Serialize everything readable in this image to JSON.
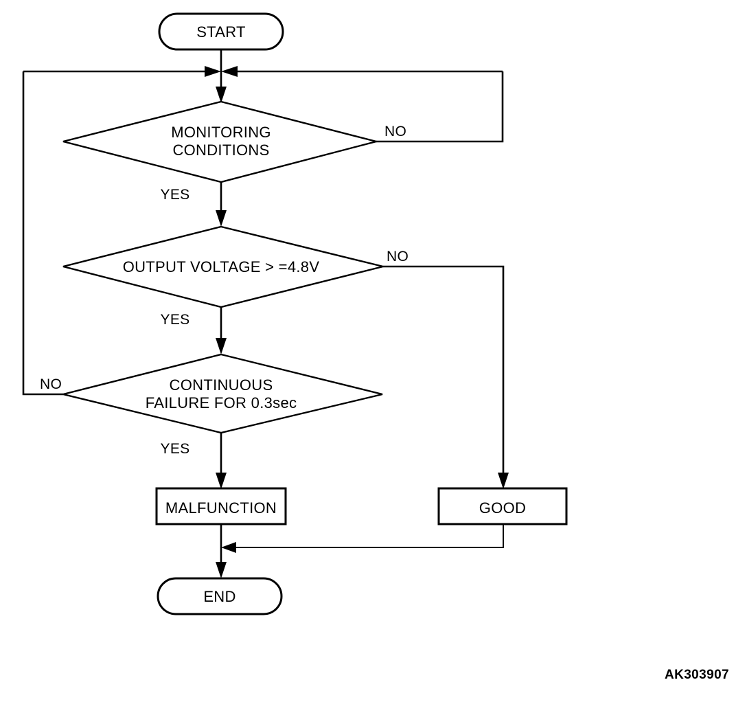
{
  "diagram": {
    "type": "flowchart",
    "title": "",
    "reference_code": "AK303907",
    "nodes": {
      "start": {
        "id": "start",
        "shape": "terminator",
        "label": "START"
      },
      "monitoring": {
        "id": "monitoring",
        "shape": "decision",
        "label_line1": "MONITORING",
        "label_line2": "CONDITIONS"
      },
      "voltage": {
        "id": "voltage",
        "shape": "decision",
        "label_line1": "OUTPUT VOLTAGE > =4.8V",
        "label_line2": ""
      },
      "continuous": {
        "id": "continuous",
        "shape": "decision",
        "label_line1": "CONTINUOUS",
        "label_line2": "FAILURE FOR 0.3sec"
      },
      "malfunction": {
        "id": "malfunction",
        "shape": "process",
        "label": "MALFUNCTION"
      },
      "good": {
        "id": "good",
        "shape": "process",
        "label": "GOOD"
      },
      "end": {
        "id": "end",
        "shape": "terminator",
        "label": "END"
      }
    },
    "branch_labels": {
      "monitoring_yes": "YES",
      "monitoring_no": "NO",
      "voltage_yes": "YES",
      "voltage_no": "NO",
      "continuous_yes": "YES",
      "continuous_no": "NO"
    },
    "edges": [
      {
        "from": "start",
        "to": "merge-junction",
        "label": ""
      },
      {
        "from": "merge-junction",
        "to": "monitoring",
        "label": ""
      },
      {
        "from": "monitoring",
        "to": "merge-junction",
        "label": "NO",
        "route": "right-loop-up"
      },
      {
        "from": "monitoring",
        "to": "voltage",
        "label": "YES"
      },
      {
        "from": "voltage",
        "to": "good",
        "label": "NO",
        "route": "right-down"
      },
      {
        "from": "voltage",
        "to": "continuous",
        "label": "YES"
      },
      {
        "from": "continuous",
        "to": "merge-junction",
        "label": "NO",
        "route": "left-loop-up"
      },
      {
        "from": "continuous",
        "to": "malfunction",
        "label": "YES"
      },
      {
        "from": "malfunction",
        "to": "end",
        "label": ""
      },
      {
        "from": "good",
        "to": "end",
        "label": "",
        "route": "down-left-join"
      }
    ]
  },
  "colors": {
    "background": "#ffffff",
    "stroke": "#000000",
    "text": "#000000"
  }
}
